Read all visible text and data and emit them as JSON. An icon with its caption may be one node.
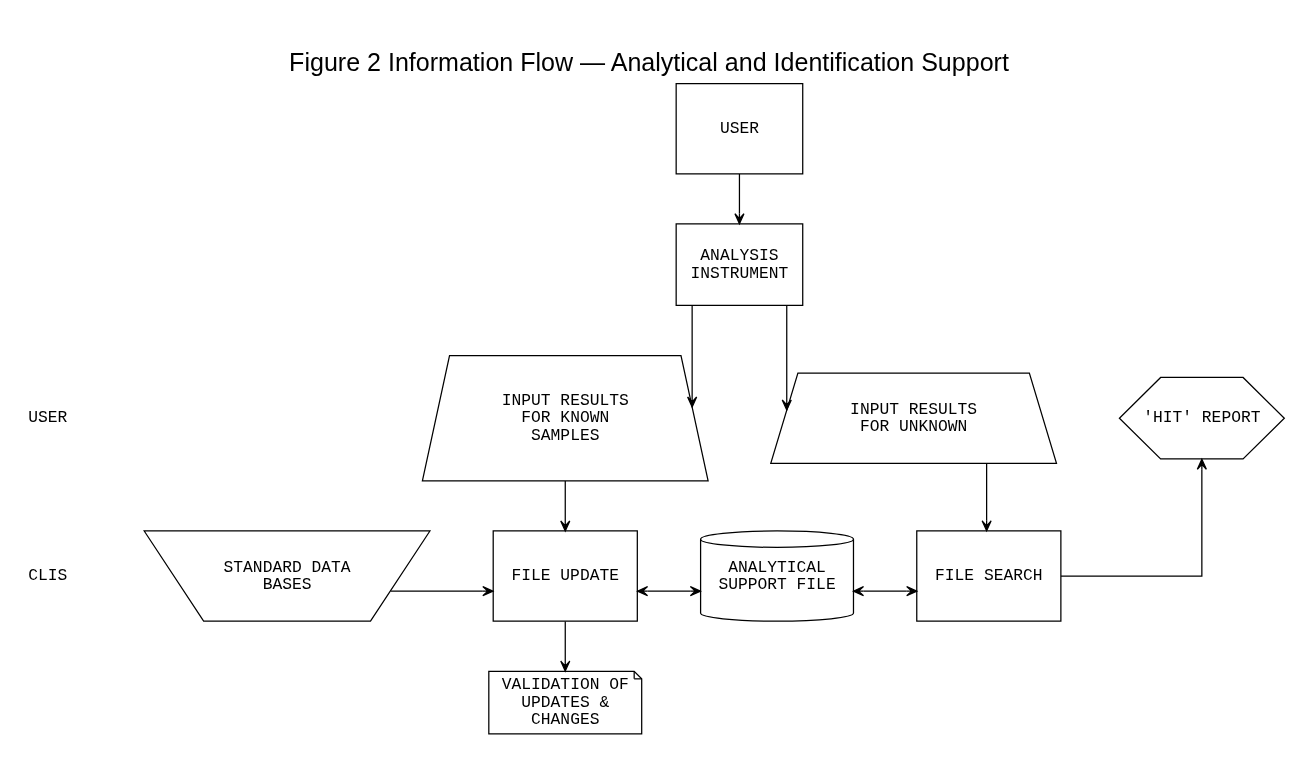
{
  "diagram": {
    "title": "Figure 2 Information Flow — Analytical and Identification Support",
    "nodes": [
      {
        "text": [
          "USER"
        ]
      },
      {
        "text": [
          "ANALYSIS INSTRUMENT"
        ]
      },
      {
        "text": [
          "INPUT RESULTS FOR KNOWN SAMPLES"
        ]
      },
      {
        "text": [
          "INPUT RESULTS FOR UNKNOWN"
        ]
      },
      {
        "text": [
          "'HIT' REPORT"
        ]
      },
      {
        "text": [
          "STANDARD DATA BASES"
        ]
      },
      {
        "text": [
          "FILE UPDATE"
        ]
      },
      {
        "text": [
          "ANALYTICAL SUPPORT FILE"
        ]
      },
      {
        "text": [
          "FILE SEARCH"
        ]
      },
      {
        "text": [
          "VALIDATION OF UPDATES & CHANGES"
        ]
      }
    ],
    "edges": [
      {
        "from": 0,
        "to": 1,
        "arrow": "to"
      },
      {
        "from": 1,
        "to": 2,
        "arrow": "to"
      },
      {
        "from": 1,
        "to": 3,
        "arrow": "to"
      },
      {
        "from": 2,
        "to": 6,
        "arrow": "to"
      },
      {
        "from": 3,
        "to": 8,
        "arrow": "to"
      },
      {
        "from": 5,
        "to": 6,
        "arrow": "to"
      },
      {
        "from": 6,
        "to": 7,
        "arrow": "both"
      },
      {
        "from": 7,
        "to": 8,
        "arrow": "both"
      },
      {
        "from": 8,
        "to": 4,
        "arrow": "to"
      },
      {
        "from": 6,
        "to": 9,
        "arrow": "to"
      }
    ],
    "labels": [
      "USER",
      "CLIS"
    ]
  }
}
